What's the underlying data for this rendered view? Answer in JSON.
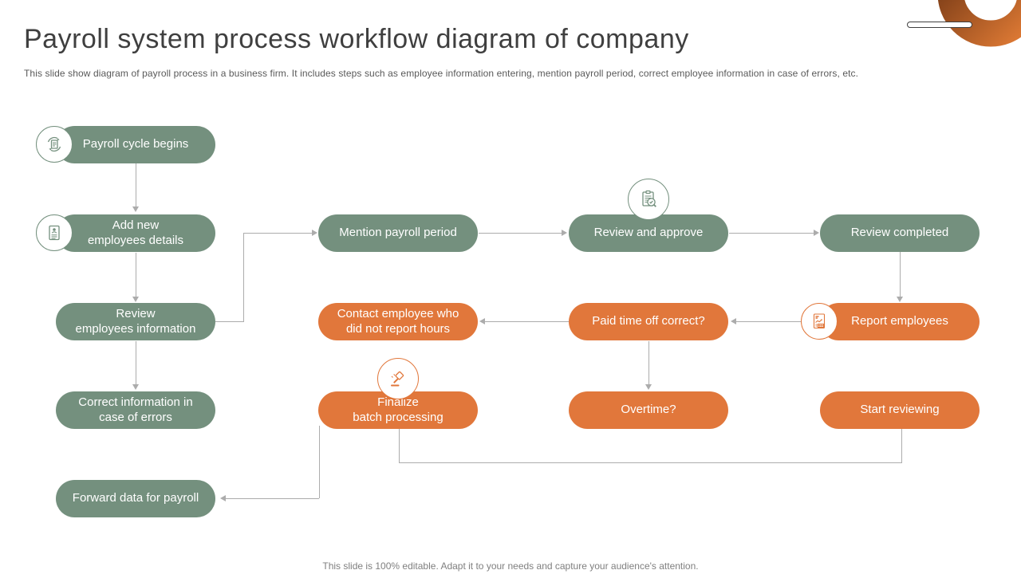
{
  "slide": {
    "title": "Payroll system process workflow diagram of company",
    "subtitle": "This slide show diagram of payroll process in a business firm. It includes steps such as employee information entering, mention payroll period, correct employee information in case of errors, etc.",
    "footer": "This slide is 100% editable. Adapt it to your needs and capture your audience's attention."
  },
  "colors": {
    "node_green": "#74907e",
    "node_orange": "#e1773b",
    "connector_gray": "#acacac",
    "title_text": "#3f3f3f",
    "ring_dark": "#6e3413",
    "ring_light": "#e07b35"
  },
  "nodes": [
    {
      "id": "payroll-cycle-begins",
      "label": "Payroll cycle begins",
      "color": "green",
      "icon": "payroll-cycle-icon"
    },
    {
      "id": "add-new-employees-details",
      "label": "Add new\nemployees details",
      "color": "green",
      "icon": "employee-form-icon"
    },
    {
      "id": "mention-payroll-period",
      "label": "Mention payroll period",
      "color": "green",
      "icon": null
    },
    {
      "id": "review-and-approve",
      "label": "Review and approve",
      "color": "green",
      "icon": "review-magnifier-icon"
    },
    {
      "id": "review-completed",
      "label": "Review completed",
      "color": "green",
      "icon": null
    },
    {
      "id": "review-employees-information",
      "label": "Review\nemployees information",
      "color": "green",
      "icon": null
    },
    {
      "id": "contact-employee-who-did-not-report-hours",
      "label": "Contact employee who\ndid not report hours",
      "color": "orange",
      "icon": null
    },
    {
      "id": "paid-time-off-correct",
      "label": "Paid time off correct?",
      "color": "orange",
      "icon": null
    },
    {
      "id": "report-employees",
      "label": "Report employees",
      "color": "orange",
      "icon": "report-document-icon"
    },
    {
      "id": "correct-information-in-case-of-errors",
      "label": "Correct information in\ncase of errors",
      "color": "green",
      "icon": null
    },
    {
      "id": "finalize-batch-processing",
      "label": "Finalize\nbatch processing",
      "color": "orange",
      "icon": "gavel-icon"
    },
    {
      "id": "overtime",
      "label": "Overtime?",
      "color": "orange",
      "icon": null
    },
    {
      "id": "start-reviewing",
      "label": "Start reviewing",
      "color": "orange",
      "icon": null
    },
    {
      "id": "forward-data-for-payroll",
      "label": "Forward data for payroll",
      "color": "green",
      "icon": null
    }
  ]
}
